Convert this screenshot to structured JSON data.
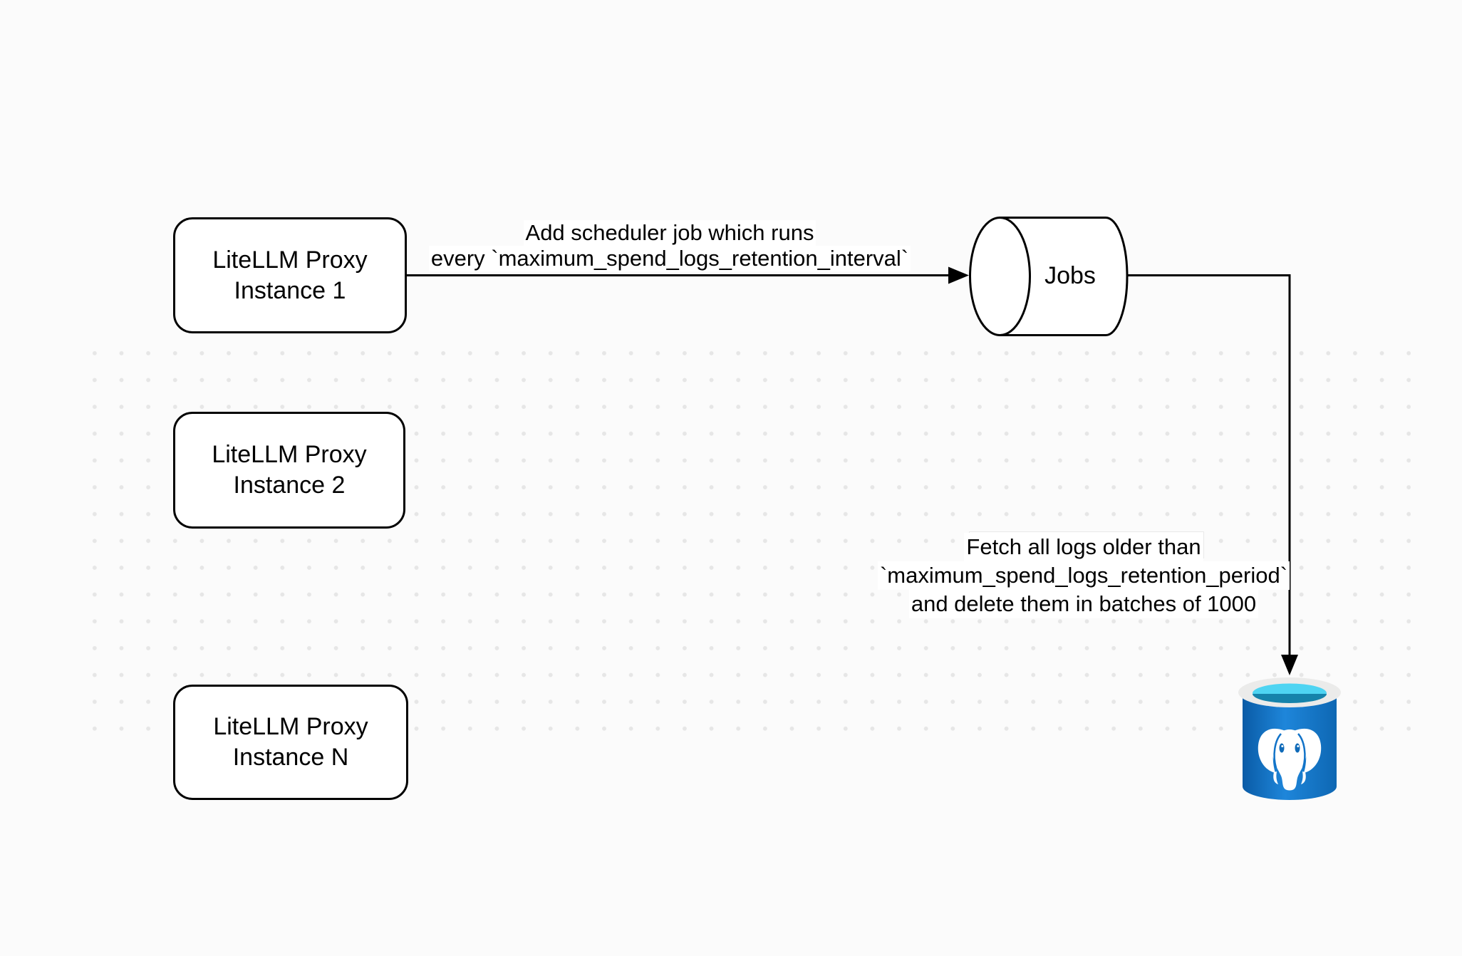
{
  "diagram": {
    "nodes": {
      "instance1": {
        "label": "LiteLLM Proxy\nInstance 1"
      },
      "instance2": {
        "label": "LiteLLM Proxy\nInstance 2"
      },
      "instanceN": {
        "label": "LiteLLM Proxy\nInstance N"
      },
      "jobs": {
        "label": "Jobs"
      }
    },
    "edges": {
      "scheduler": {
        "lines": [
          "Add scheduler job which runs",
          "every `maximum_spend_logs_retention_interval`"
        ]
      },
      "fetch": {
        "lines": [
          "Fetch all logs older than",
          "`maximum_spend_logs_retention_period`",
          "and delete them in batches of 1000"
        ]
      }
    },
    "icons": {
      "database": "postgresql-database-icon",
      "queue": "jobs-queue-cylinder"
    },
    "colors": {
      "background": "#fbfbfb",
      "grid_dot": "#e6e6e6",
      "stroke": "#000000",
      "node_fill": "#ffffff",
      "postgres_body_dark": "#0a5ba6",
      "postgres_body_light": "#1e86da",
      "postgres_rim": "#ebebea",
      "postgres_inner_cyan": "#4ed4f2",
      "postgres_inner_teal": "#1583ab",
      "postgres_elephant": "#ffffff"
    }
  }
}
